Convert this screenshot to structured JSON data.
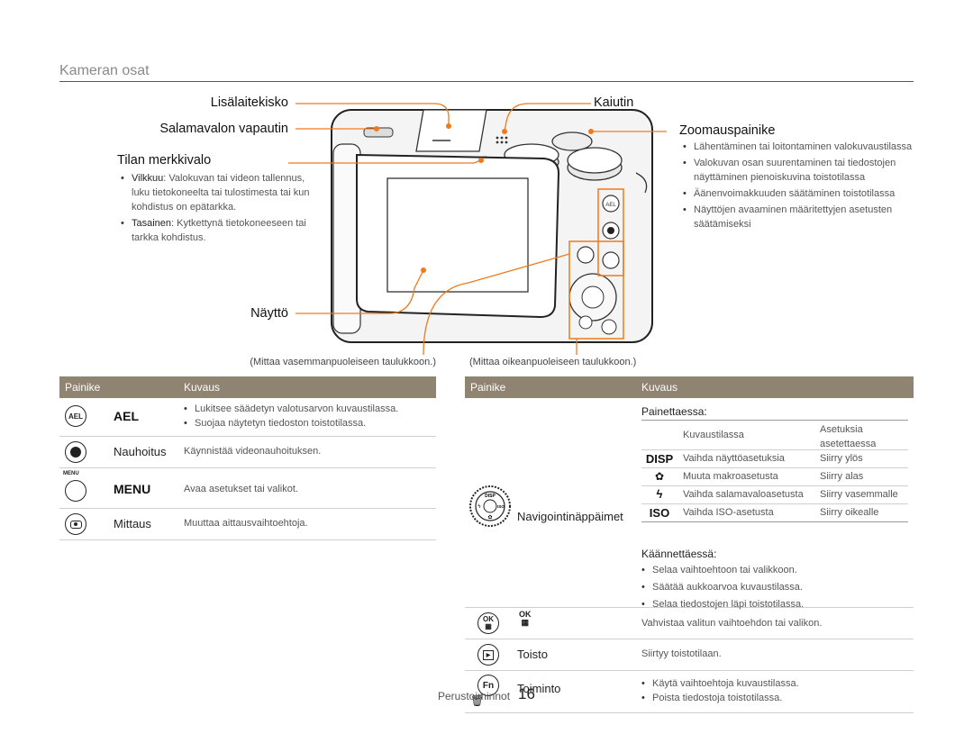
{
  "header": {
    "title": "Kameran osat"
  },
  "callouts": {
    "accessory": "Lisälaitekisko",
    "flash_release": "Salamavalon vapautin",
    "status_lamp": "Tilan merkkivalo",
    "status_lamp_items": [
      {
        "term": "Vilkkuu",
        "text": ": Valokuvan tai videon tallennus, luku tietokoneelta tai tulostimesta tai kun kohdistus on epätarkka."
      },
      {
        "term": "Tasainen",
        "text": ": Kytkettynä tietokoneeseen tai tarkka kohdistus."
      }
    ],
    "display": "Näyttö",
    "speaker": "Kaiutin",
    "zoom": "Zoomauspainike",
    "zoom_items": [
      "Lähentäminen tai loitontaminen valokuvaustilassa",
      "Valokuvan osan suurentaminen tai tiedostojen näyttäminen pienoiskuvina toistotilassa",
      "Äänenvoimakkuuden säätäminen toistotilassa",
      "Näyttöjen avaaminen määritettyjen asetusten säätämiseksi"
    ]
  },
  "captions": {
    "left": "(Mittaa vasemmanpuoleiseen taulukkoon.)",
    "right": "(Mittaa oikeanpuoleiseen taulukkoon.)"
  },
  "left_table": {
    "headers": [
      "Painike",
      "Kuvaus"
    ],
    "rows": [
      {
        "icon": "AEL",
        "name": "AEL",
        "desc": [
          "Lukitsee säädetyn valotusarvon kuvaustilassa.",
          "Suojaa näytetyn tiedoston toistotilassa."
        ]
      },
      {
        "icon": "record",
        "name": "Nauhoitus",
        "desc": [
          "Käynnistää videonauhoituksen."
        ]
      },
      {
        "icon": "MENU",
        "name": "MENU",
        "desc": [
          "Avaa asetukset tai valikot."
        ]
      },
      {
        "icon": "metering",
        "name": "Mittaus",
        "desc": [
          "Muuttaa aittausvaihtoehtoja."
        ]
      }
    ]
  },
  "right_table": {
    "headers": [
      "Painike",
      "Kuvaus"
    ],
    "nav": {
      "name": "Navigointinäppäimet",
      "pressing": "Painettaessa",
      "sub_headers": [
        "Kuvaustilassa",
        "Asetuksia asetettaessa"
      ],
      "sub_rows": [
        {
          "icon": "DISP",
          "shoot": "Vaihda näyttöasetuksia",
          "set": "Siirry ylös"
        },
        {
          "icon": "✿",
          "shoot": "Muuta makroasetusta",
          "set": "Siirry alas"
        },
        {
          "icon": "ϟ",
          "shoot": "Vaihda salamavaloasetusta",
          "set": "Siirry vasemmalle"
        },
        {
          "icon": "ISO",
          "shoot": "Vaihda ISO-asetusta",
          "set": "Siirry oikealle"
        }
      ],
      "turning": "Käännettäessä",
      "turning_items": [
        "Selaa vaihtoehtoon tai valikkoon.",
        "Säätää aukkoarvoa kuvaustilassa.",
        "Selaa tiedostojen läpi toistotilassa."
      ]
    },
    "rows": [
      {
        "icon": "OK",
        "name": "",
        "desc": [
          "Vahvistaa valitun vaihtoehdon tai valikon."
        ]
      },
      {
        "icon": "play",
        "name": "Toisto",
        "desc": [
          "Siirtyy toistotilaan."
        ]
      },
      {
        "icon": "Fn",
        "name": "Toiminto",
        "desc": [
          "Käytä vaihtoehtoja kuvaustilassa.",
          "Poista tiedostoja toistotilassa."
        ]
      }
    ]
  },
  "footer": {
    "section": "Perustoiminnot",
    "page": "16"
  },
  "colors": {
    "accent": "#f07a1a",
    "table_header": "#8f8371"
  }
}
